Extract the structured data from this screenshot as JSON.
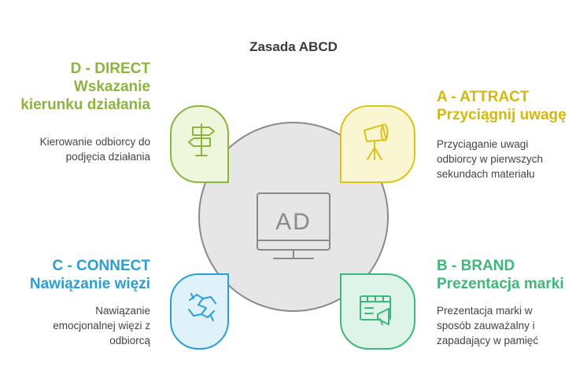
{
  "title": "Zasada ABCD",
  "center": {
    "icon": "ad-monitor-icon",
    "text": "AD"
  },
  "colors": {
    "direct": "#8db43c",
    "attract": "#dcc31c",
    "connect": "#2a9fd6",
    "brand": "#3db87a",
    "circle_fill": "#e6e6e6",
    "circle_stroke": "#8a8a8a"
  },
  "steps": {
    "direct": {
      "heading_line1": "D - DIRECT",
      "heading_line2": "Wskazanie",
      "heading_line3": "kierunku działania",
      "desc_line1": "Kierowanie odbiorcy do",
      "desc_line2": "podjęcia działania",
      "icon": "signpost-icon"
    },
    "attract": {
      "heading_line1": "A - ATTRACT",
      "heading_line2": "Przyciągnij uwagę",
      "desc_line1": "Przyciąganie uwagi",
      "desc_line2": "odbiorcy w pierwszych",
      "desc_line3": "sekundach materiału",
      "icon": "spotlight-icon"
    },
    "connect": {
      "heading_line1": "C - CONNECT",
      "heading_line2": "Nawiązanie więzi",
      "desc_line1": "Nawiązanie",
      "desc_line2": "emocjonalnej więzi z",
      "desc_line3": "odbiorcą",
      "icon": "handshake-icon"
    },
    "brand": {
      "heading_line1": "B - BRAND",
      "heading_line2": "Prezentacja marki",
      "desc_line1": "Prezentacja marki w",
      "desc_line2": "sposób zauważalny i",
      "desc_line3": "zapadający w pamięć",
      "icon": "film-megaphone-icon"
    }
  }
}
